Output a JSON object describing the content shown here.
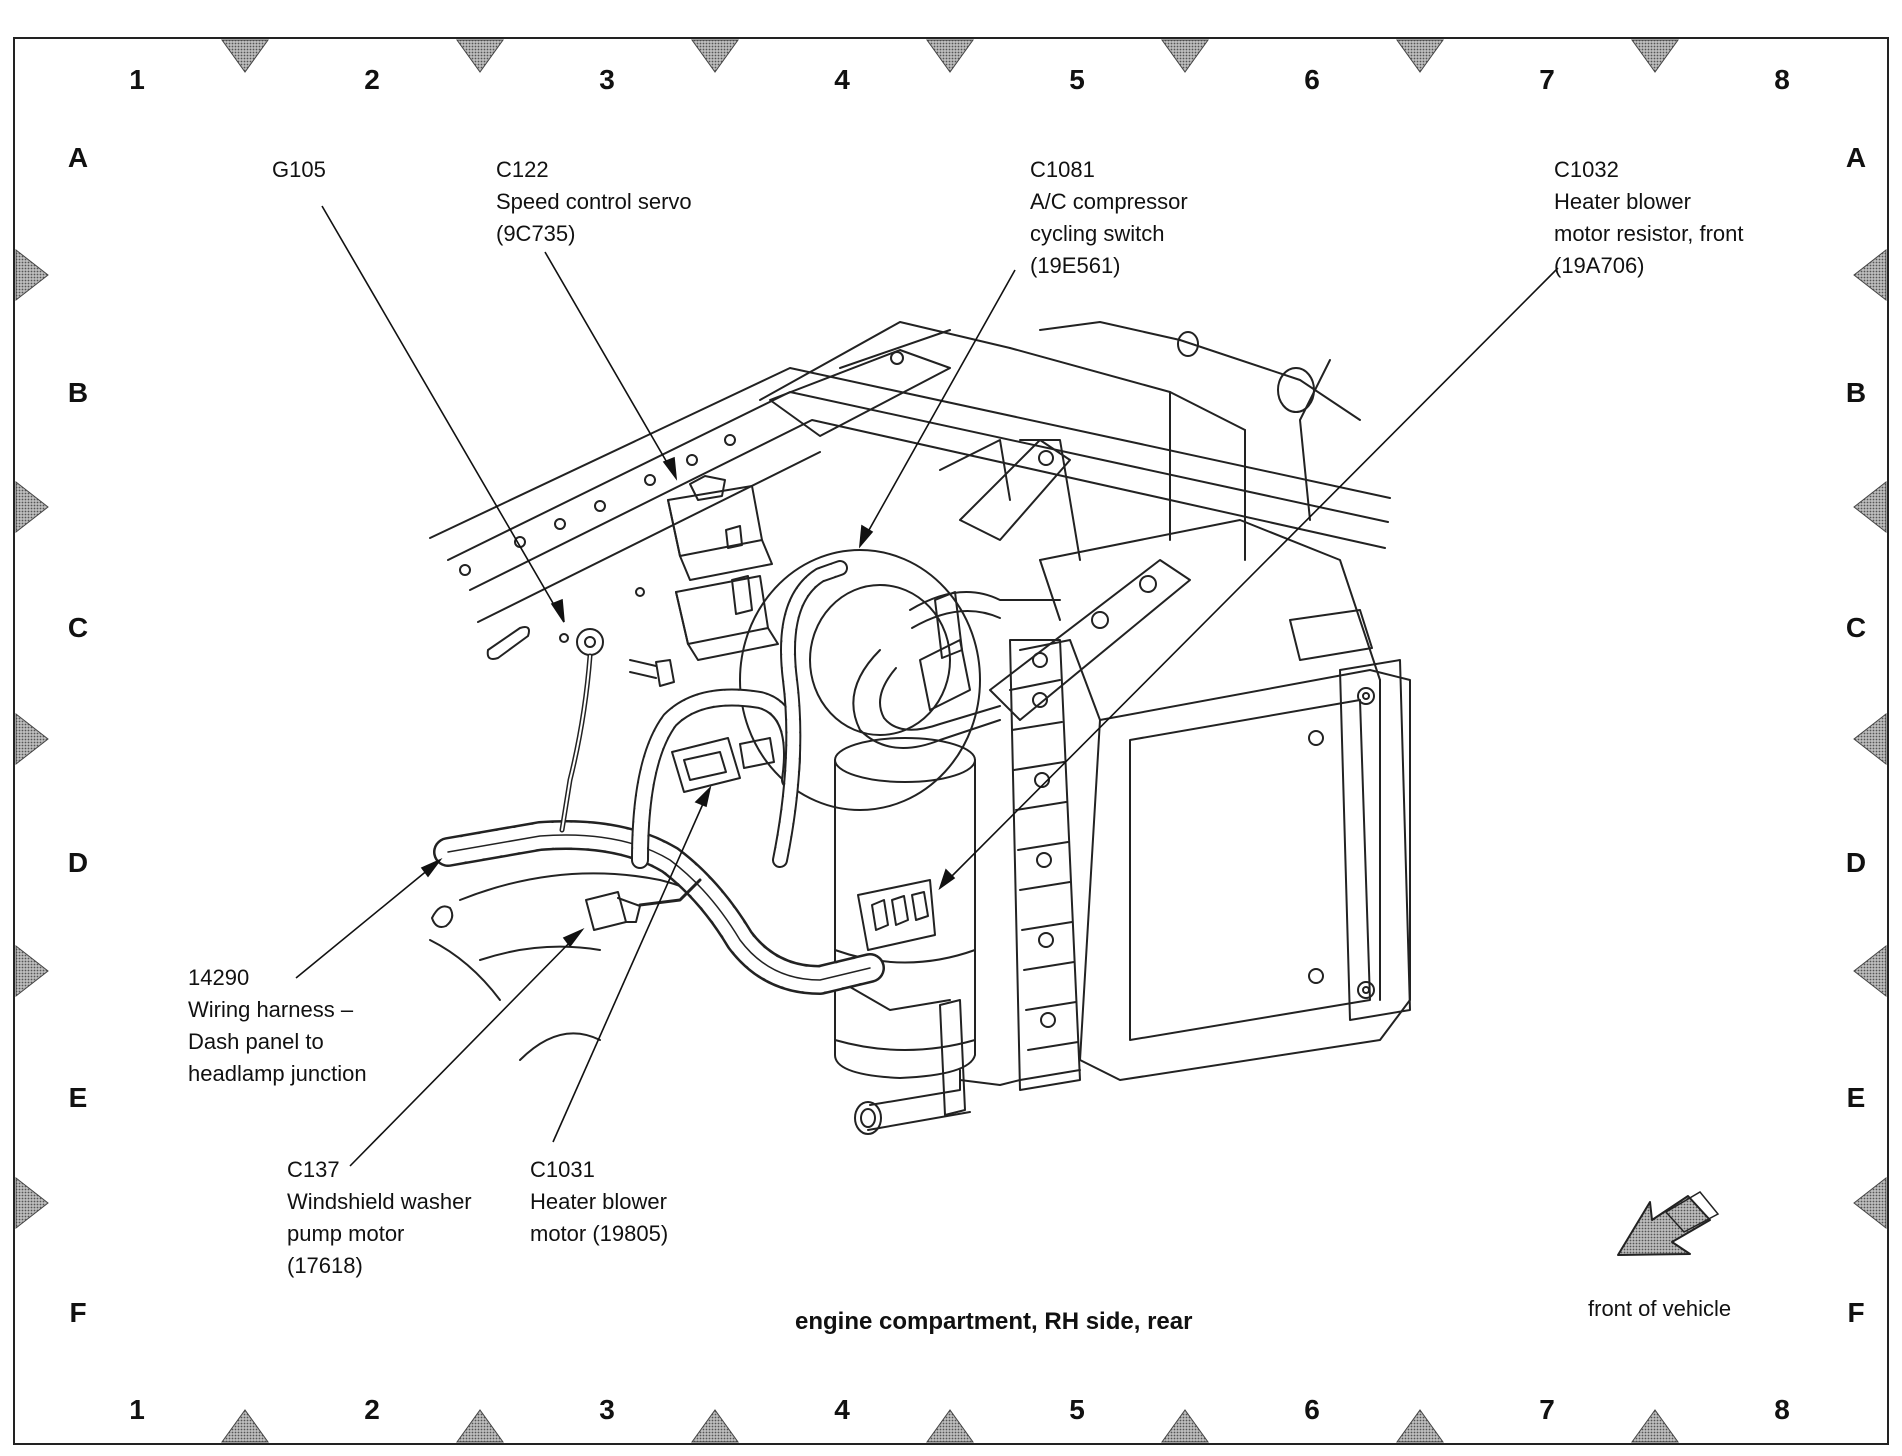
{
  "grid": {
    "columns": [
      "1",
      "2",
      "3",
      "4",
      "5",
      "6",
      "7",
      "8"
    ],
    "rows": [
      "A",
      "B",
      "C",
      "D",
      "E",
      "F"
    ]
  },
  "title": "engine compartment, RH side, rear",
  "front_label": "front of vehicle",
  "callouts": {
    "g105": [
      "G105"
    ],
    "c122": [
      "C122",
      "Speed control servo",
      "(9C735)"
    ],
    "c1081": [
      "C1081",
      "A/C compressor",
      "cycling switch",
      "(19E561)"
    ],
    "c1032": [
      "C1032",
      "Heater blower",
      "motor resistor, front",
      "(19A706)"
    ],
    "w14290": [
      "14290",
      "Wiring harness –",
      "Dash panel to",
      "headlamp junction"
    ],
    "c137": [
      "C137",
      "Windshield washer",
      "pump motor",
      "(17618)"
    ],
    "c1031": [
      "C1031",
      "Heater blower",
      "motor (19805)"
    ]
  }
}
